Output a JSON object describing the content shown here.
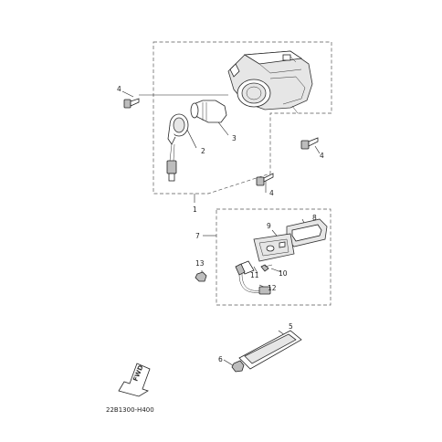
{
  "diagram": {
    "drawing_code": "22B1300-H400",
    "fwd_label": "FWD",
    "callouts": {
      "c1": "1",
      "c2": "2",
      "c3": "3",
      "c4a": "4",
      "c4b": "4",
      "c4c": "4",
      "c5": "5",
      "c6": "6",
      "c7": "7",
      "c8": "8",
      "c9": "9",
      "c10": "10",
      "c11": "11",
      "c12": "12",
      "c13": "13"
    }
  }
}
